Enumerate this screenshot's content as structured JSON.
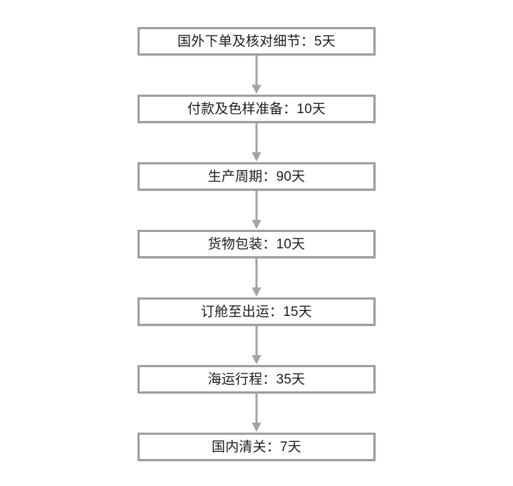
{
  "diagram": {
    "type": "vertical-flowchart",
    "orientation": "top-to-bottom",
    "background_color": "#ffffff",
    "node_border_color": "#9e9e9e",
    "node_fill_color": "#ffffff",
    "text_color": "#1c1c1c",
    "arrow_color": "#a3a3a3",
    "node_count": 7,
    "connector_count": 6,
    "nodes": [
      {
        "label": "国外下单及核对细节：5天",
        "stage": "国外下单及核对细节",
        "days": 5
      },
      {
        "label": "付款及色样准备：10天",
        "stage": "付款及色样准备",
        "days": 10
      },
      {
        "label": "生产周期：90天",
        "stage": "生产周期",
        "days": 90
      },
      {
        "label": "货物包装：10天",
        "stage": "货物包装",
        "days": 10
      },
      {
        "label": "订舱至出运：15天",
        "stage": "订舱至出运",
        "days": 15
      },
      {
        "label": "海运行程：35天",
        "stage": "海运行程",
        "days": 35
      },
      {
        "label": "国内清关：7天",
        "stage": "国内清关",
        "days": 7
      }
    ],
    "connectors": [
      {
        "name": "arrow-down-icon"
      },
      {
        "name": "arrow-down-icon"
      },
      {
        "name": "arrow-down-icon"
      },
      {
        "name": "arrow-down-icon"
      },
      {
        "name": "arrow-down-icon"
      },
      {
        "name": "arrow-down-icon"
      }
    ]
  }
}
